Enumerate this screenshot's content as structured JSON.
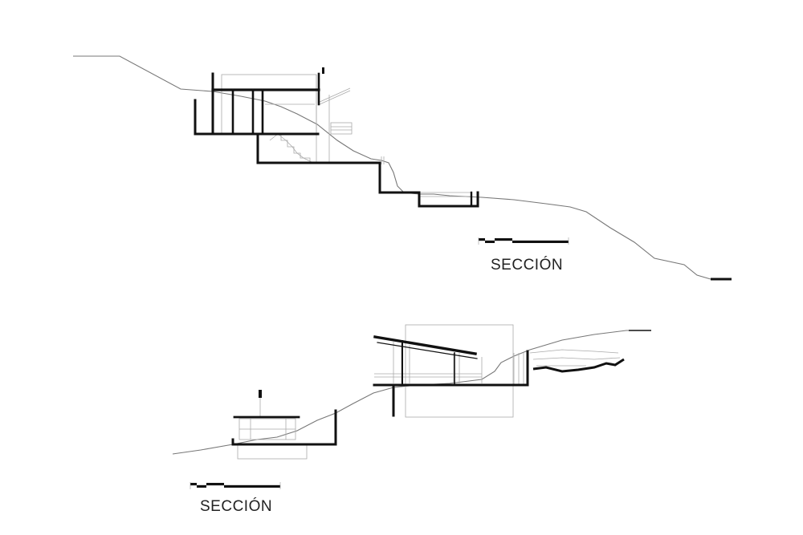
{
  "sections": [
    {
      "id": "upper",
      "label": "SECCIÓN"
    },
    {
      "id": "lower",
      "label": "SECCIÓN"
    }
  ],
  "colors": {
    "background": "#ffffff",
    "structure": "#111111",
    "terrain": "#777777",
    "fine_lines": "#aaaaaa",
    "label": "#222222"
  }
}
